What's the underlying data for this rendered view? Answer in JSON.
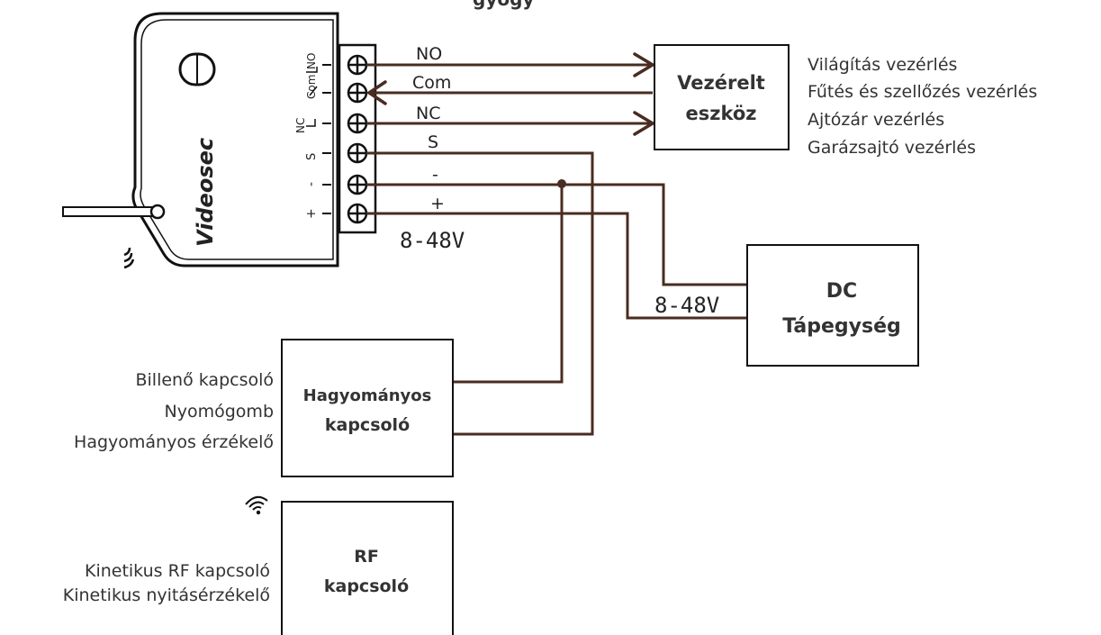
{
  "device": {
    "brand": "Videosec",
    "top_caption_partial": "gyogy",
    "terminal_codes": [
      "NO",
      "Com",
      "NC",
      "S",
      "-",
      "+"
    ]
  },
  "wires": {
    "no": "NO",
    "com": "Com",
    "nc": "NC",
    "s": "S",
    "minus": "-",
    "plus": "+",
    "voltage_device": "8-48V",
    "voltage_supply": "8-48V"
  },
  "controlled_device": {
    "title_line1": "Vezérelt",
    "title_line2": "eszköz",
    "uses": [
      "Világítás vezérlés",
      "Fűtés és szellőzés vezérlés",
      "Ajtózár vezérlés",
      "Garázsajtó vezérlés"
    ]
  },
  "power_supply": {
    "title_line1": "DC",
    "title_line2": "Tápegység"
  },
  "traditional_switch": {
    "title_line1": "Hagyományos",
    "title_line2": "kapcsoló",
    "examples": [
      "Billenő kapcsoló",
      "Nyomógomb",
      "Hagyományos érzékelő"
    ]
  },
  "rf_switch": {
    "title_line1": "RF",
    "title_line2": "kapcsoló",
    "examples": [
      "Kinetikus RF kapcsoló",
      "Kinetikus nyitásérzékelő"
    ]
  },
  "icons": [
    "wireless-signal-icon",
    "terminal-screw-icon",
    "antenna-icon",
    "arrow-icon"
  ],
  "colors": {
    "wire": "#4a2c20",
    "line": "#111111",
    "text": "#333333"
  }
}
